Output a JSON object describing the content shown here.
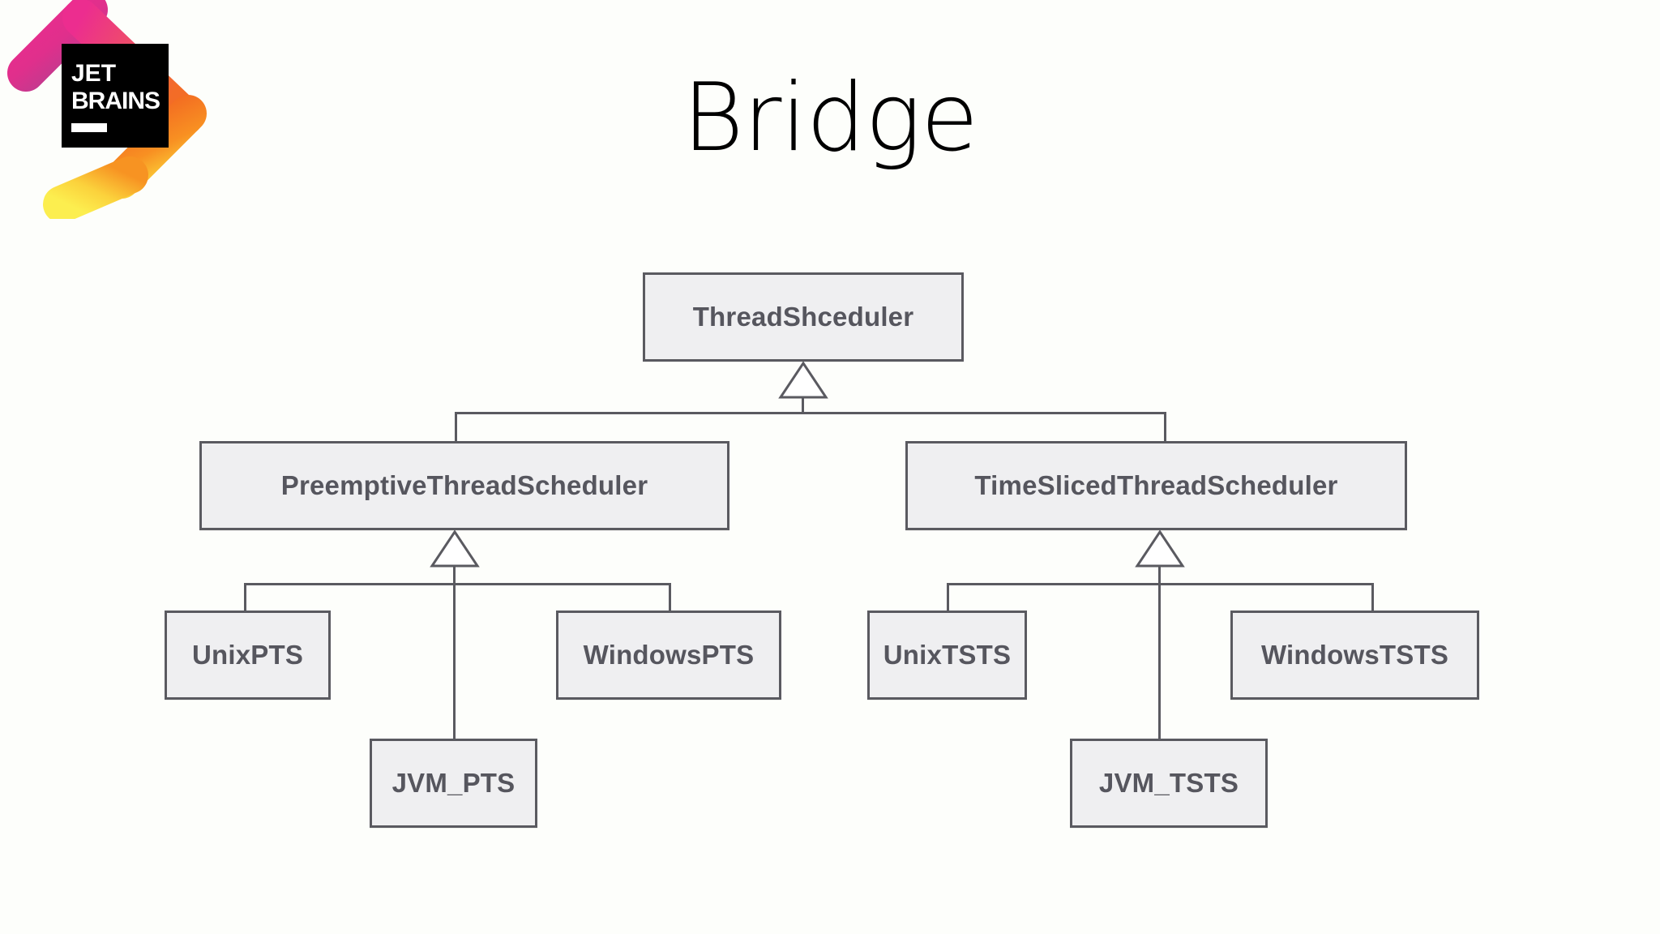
{
  "slide": {
    "title": "Bridge",
    "background_color": "#fdfefb",
    "logo": {
      "name": "jetbrains-logo",
      "line1": "JET",
      "line2": "BRAINS",
      "colors": {
        "pink": "#ec2d8f",
        "magenta": "#e3318c",
        "orange": "#f26522",
        "yellow": "#fcee39",
        "black": "#000000"
      }
    }
  },
  "diagram": {
    "type": "uml-class-hierarchy",
    "relation": "generalization",
    "node_fill": "#efeff1",
    "node_border": "#5a5a60",
    "node_text_color": "#56565e",
    "nodes": [
      {
        "id": "root",
        "label": "ThreadShceduler",
        "level": 0
      },
      {
        "id": "preempt",
        "label": "PreemptiveThreadScheduler",
        "level": 1
      },
      {
        "id": "timeslice",
        "label": "TimeSlicedThreadScheduler",
        "level": 1
      },
      {
        "id": "unixpts",
        "label": "UnixPTS",
        "level": 2
      },
      {
        "id": "winpts",
        "label": "WindowsPTS",
        "level": 2
      },
      {
        "id": "unixtsts",
        "label": "UnixTSTS",
        "level": 2
      },
      {
        "id": "wintsts",
        "label": "WindowsTSTS",
        "level": 2
      },
      {
        "id": "jvmpts",
        "label": "JVM_PTS",
        "level": 3
      },
      {
        "id": "jvmtsts",
        "label": "JVM_TSTS",
        "level": 3
      }
    ],
    "edges": [
      {
        "from": "preempt",
        "to": "root"
      },
      {
        "from": "timeslice",
        "to": "root"
      },
      {
        "from": "unixpts",
        "to": "preempt"
      },
      {
        "from": "winpts",
        "to": "preempt"
      },
      {
        "from": "jvmpts",
        "to": "preempt"
      },
      {
        "from": "unixtsts",
        "to": "timeslice"
      },
      {
        "from": "wintsts",
        "to": "timeslice"
      },
      {
        "from": "jvmtsts",
        "to": "timeslice"
      }
    ]
  }
}
